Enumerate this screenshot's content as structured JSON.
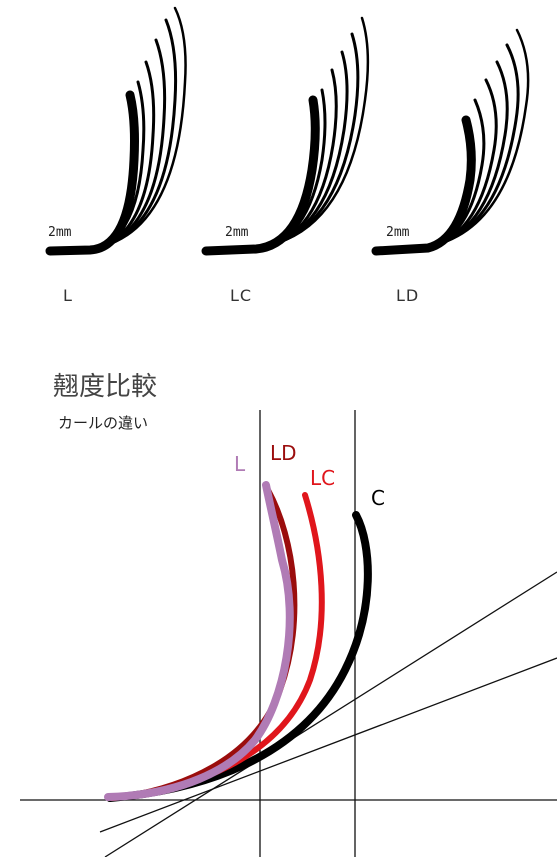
{
  "top_examples": [
    {
      "length_label": "2mm",
      "type_label": "L"
    },
    {
      "length_label": "2mm",
      "type_label": "LC"
    },
    {
      "length_label": "2mm",
      "type_label": "LD"
    }
  ],
  "comparison": {
    "title": "翹度比較",
    "subtitle": "カールの違い",
    "curves": [
      {
        "label": "L",
        "color": "#b07bb5"
      },
      {
        "label": "LD",
        "color": "#9b0d0d"
      },
      {
        "label": "LC",
        "color": "#e0161c"
      },
      {
        "label": "C",
        "color": "#000000"
      }
    ]
  }
}
